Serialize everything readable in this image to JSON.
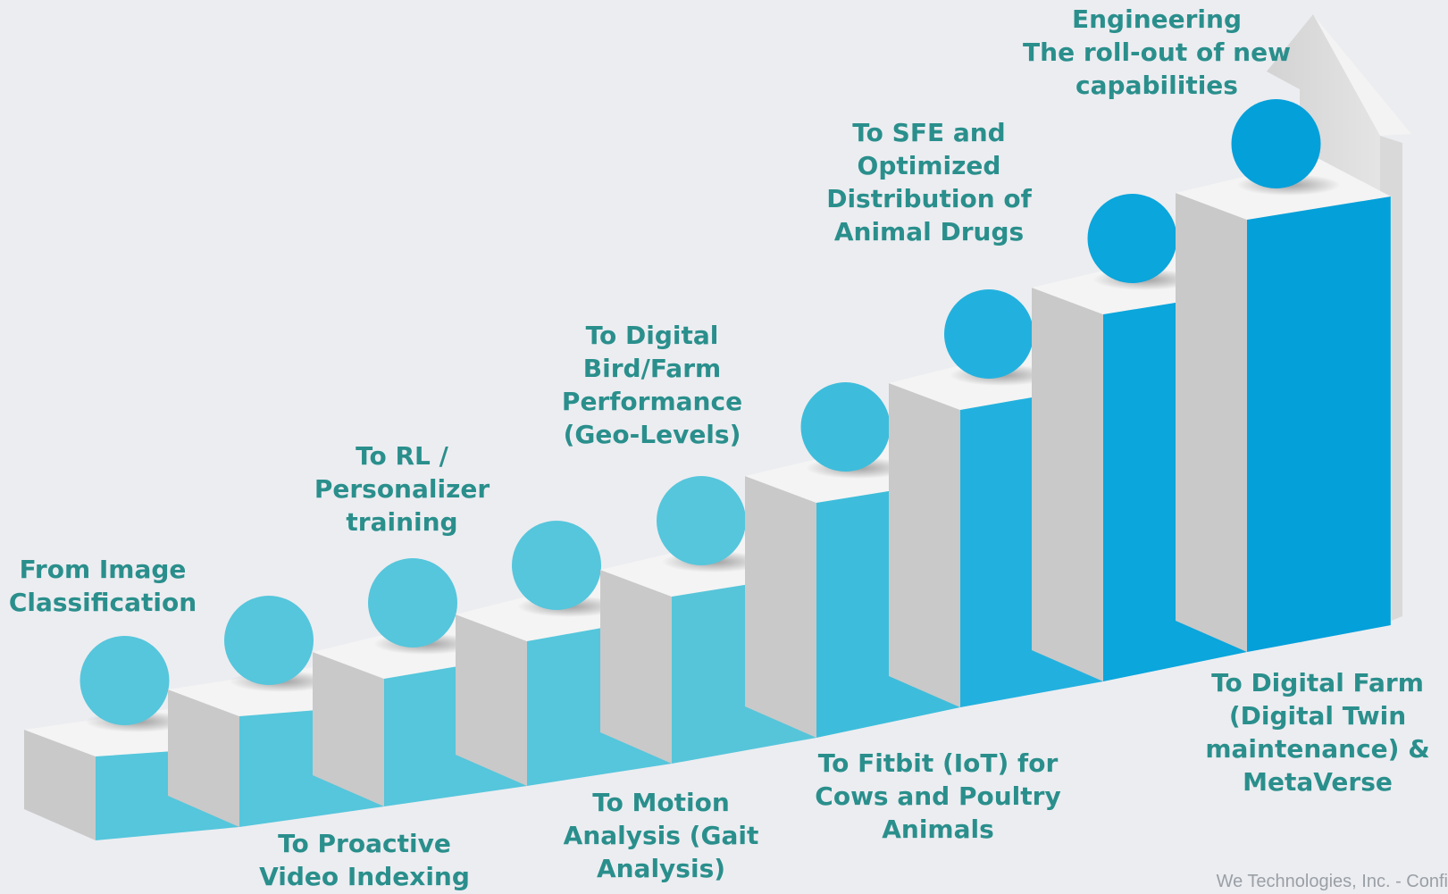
{
  "steps": [
    {
      "label": "From Image\nClassification"
    },
    {
      "label": "To Proactive\nVideo Indexing"
    },
    {
      "label": "To RL /\nPersonalizer\ntraining"
    },
    {
      "label": "To Motion\nAnalysis (Gait\nAnalysis)"
    },
    {
      "label": "To Digital\nBird/Farm\nPerformance\n(Geo-Levels)"
    },
    {
      "label": "To Fitbit (IoT) for\nCows and Poultry\nAnimals"
    },
    {
      "label": "To SFE and\nOptimized\nDistribution of\nAnimal Drugs"
    },
    {
      "label": "To Digital Farm\n(Digital Twin\nmaintenance) &\nMetaVerse"
    },
    {
      "label": "Engineering\nThe roll-out of new\ncapabilities"
    }
  ],
  "footer": "We Technologies, Inc. - Confi",
  "colors": {
    "background": "#ecedf1",
    "label": "#2a8f8c",
    "step_front": [
      "#55c6dc",
      "#55c6dc",
      "#55c6dc",
      "#55c6dc",
      "#56c5da",
      "#3dbddb",
      "#22b1de",
      "#0aa6dc",
      "#04a0da"
    ],
    "sphere": [
      "#55c6dc",
      "#55c6dc",
      "#55c6dc",
      "#55c6dc",
      "#55c6dc",
      "#3dbddb",
      "#22b1de",
      "#0aa6dc",
      "#04a0da"
    ]
  }
}
